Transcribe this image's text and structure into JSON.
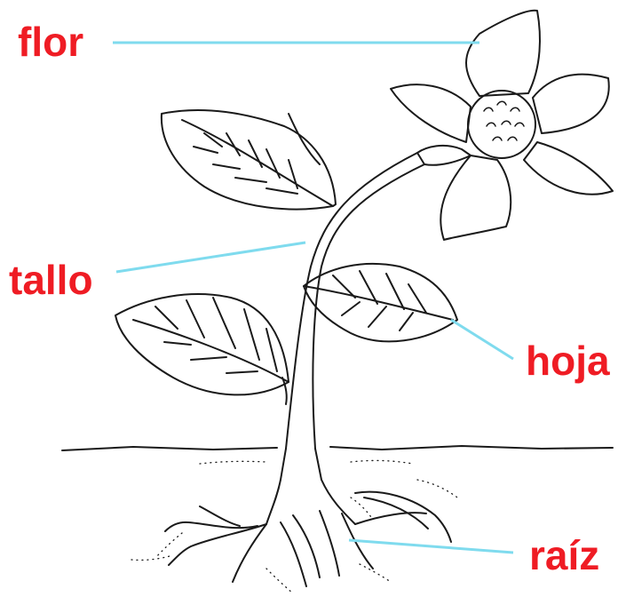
{
  "labels": {
    "flor": "flor",
    "tallo": "tallo",
    "hoja": "hoja",
    "raiz": "raíz"
  },
  "colors": {
    "label_text": "#ef1c24",
    "leader_line": "#7fdbee",
    "ink": "#1a1a1a",
    "background": "#ffffff"
  }
}
